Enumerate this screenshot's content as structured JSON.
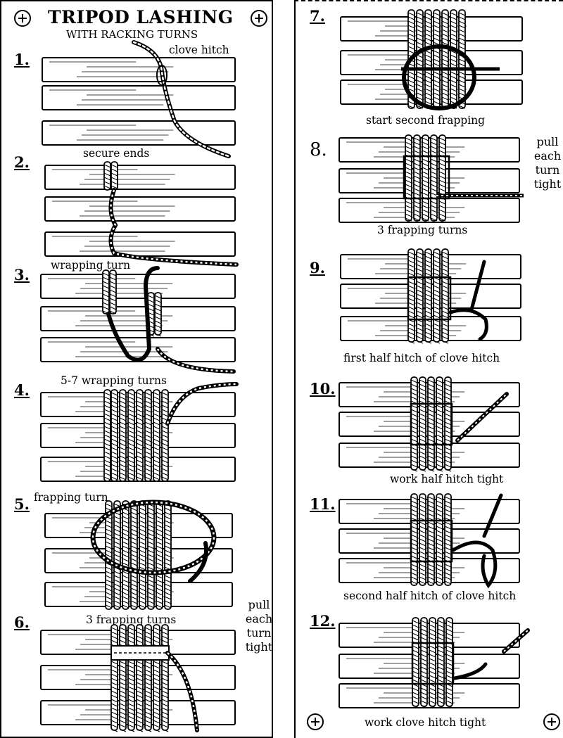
{
  "title": "TRIPOD LASHING",
  "subtitle": "WITH RACKING TURNS",
  "steps": [
    {
      "number": "1.",
      "caption": "clove hitch"
    },
    {
      "number": "2.",
      "caption": "secure ends"
    },
    {
      "number": "3.",
      "caption": "wrapping turn"
    },
    {
      "number": "4.",
      "caption": "5-7 wrapping turns"
    },
    {
      "number": "5.",
      "caption": "frapping turn"
    },
    {
      "number": "6.",
      "caption": "3 frapping turns"
    },
    {
      "number": "7.",
      "caption": "start second frapping"
    },
    {
      "number": "8.",
      "caption": "3 frapping turns"
    },
    {
      "number": "9.",
      "caption": "first half hitch of clove hitch"
    },
    {
      "number": "10.",
      "caption": "work half hitch tight"
    },
    {
      "number": "11.",
      "caption": "second half hitch of clove hitch"
    },
    {
      "number": "12.",
      "caption": "work clove hitch tight"
    }
  ],
  "side_notes": {
    "left": [
      "pull",
      "each",
      "turn",
      "tight"
    ],
    "right": [
      "pull",
      "each",
      "turn",
      "tight"
    ]
  },
  "icons": [
    "registration-mark-icon"
  ]
}
